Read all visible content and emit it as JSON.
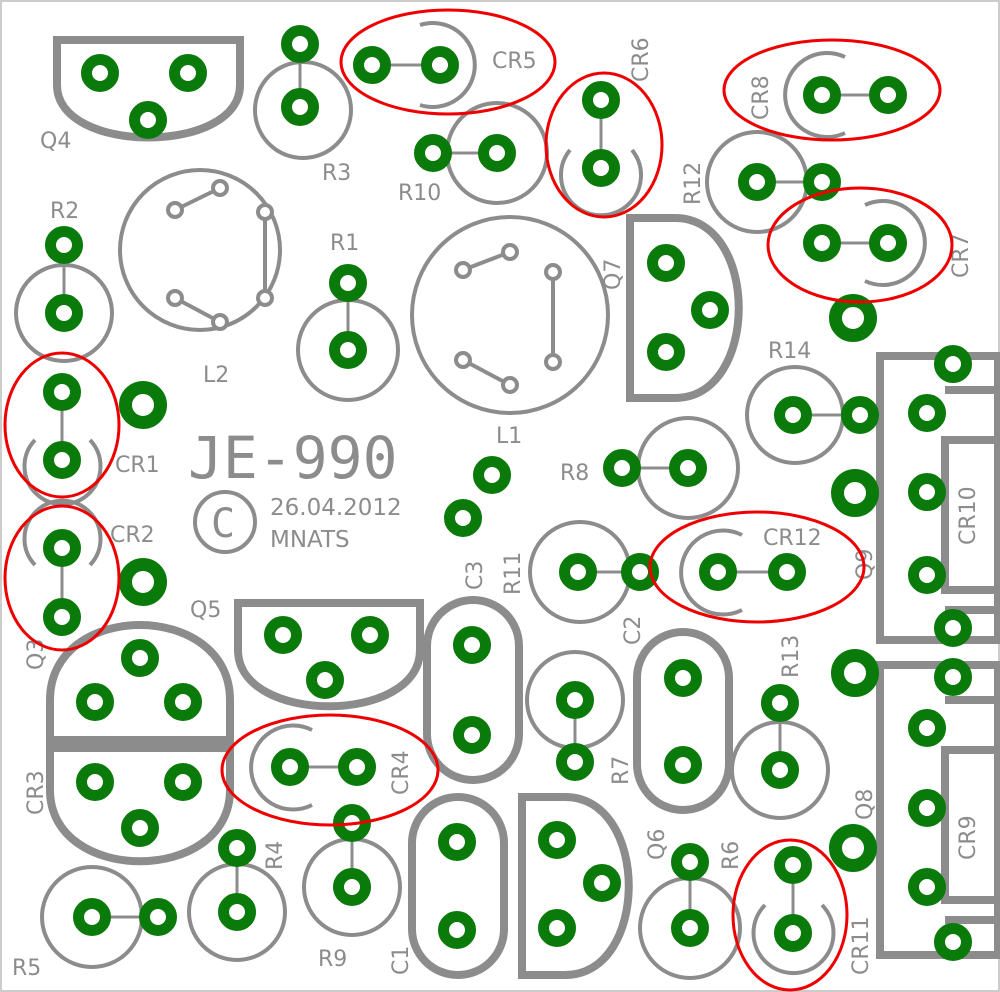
{
  "board": {
    "title": "JE-990",
    "date": "26.04.2012",
    "author": "MNATS",
    "copyright_symbol": "C",
    "colors": {
      "pad": "#0a7a0a",
      "silkscreen": "#8c8c8c",
      "highlight": "#e00000",
      "background": "#ffffff"
    }
  },
  "labels": {
    "Q4": "Q4",
    "R3": "R3",
    "CR5": "CR5",
    "R10": "R10",
    "CR6": "CR6",
    "CR8": "CR8",
    "R12": "R12",
    "CR7": "CR7",
    "R2": "R2",
    "R1": "R1",
    "L2": "L2",
    "L1": "L1",
    "Q7": "Q7",
    "CR1": "CR1",
    "R14": "R14",
    "R8": "R8",
    "CR2": "CR2",
    "Q5": "Q5",
    "Q3": "Q3",
    "CR3": "CR3",
    "CR4": "CR4",
    "R9": "R9",
    "R4": "R4",
    "R5": "R5",
    "C3": "C3",
    "C1": "C1",
    "R11": "R11",
    "CR12": "CR12",
    "C2": "C2",
    "R7": "R7",
    "R13": "R13",
    "Q6": "Q6",
    "R6": "R6",
    "CR11": "CR11",
    "Q9": "Q9",
    "Q8": "Q8",
    "CR10": "CR10",
    "CR9": "CR9"
  }
}
